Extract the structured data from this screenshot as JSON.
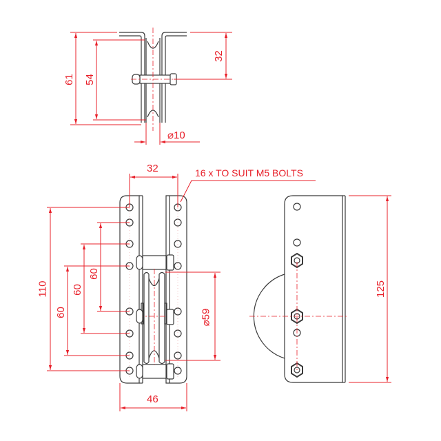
{
  "colors": {
    "dimension": "#e8202a",
    "part": "#3a3a3a",
    "background": "#ffffff"
  },
  "top_view": {
    "dim_overall_height": "61",
    "dim_inner_height": "54",
    "dim_axle_height": "32",
    "dim_wheel_width": "10",
    "diameter_symbol": "⌀"
  },
  "front_view": {
    "dim_hole_spacing": "32",
    "note": "16 x TO SUIT M5 BOLTS",
    "dim_total_hole_span": "110",
    "dim_span_a": "60",
    "dim_span_b": "60",
    "dim_span_c": "60",
    "dim_wheel_diameter": "59",
    "dim_overall_width": "46"
  },
  "side_view": {
    "dim_overall_height": "125"
  }
}
